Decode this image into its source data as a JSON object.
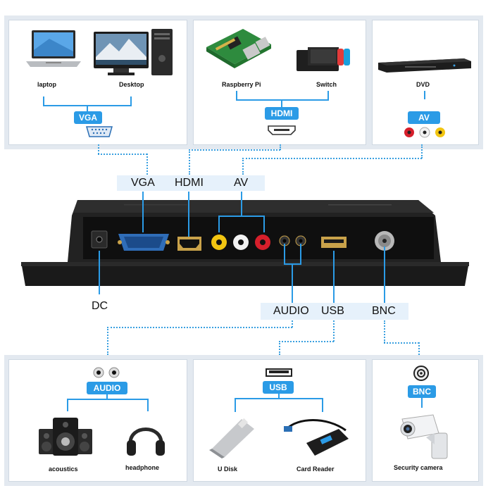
{
  "top_row": {
    "vga": {
      "devices": [
        "laptop",
        "Desktop"
      ],
      "badge": "VGA"
    },
    "hdmi": {
      "devices": [
        "Raspberry Pi",
        "Switch"
      ],
      "badge": "HDMI"
    },
    "av": {
      "devices": [
        "DVD"
      ],
      "badge": "AV"
    }
  },
  "middle": {
    "top_band": [
      "VGA",
      "HDMI",
      "AV"
    ],
    "dc_label": "DC",
    "bottom_band": [
      "AUDIO",
      "USB",
      "BNC"
    ]
  },
  "bottom_row": {
    "audio": {
      "devices": [
        "acoustics",
        "headphone"
      ],
      "badge": "AUDIO"
    },
    "usb": {
      "devices": [
        "U Disk",
        "Card Reader"
      ],
      "badge": "USB"
    },
    "bnc": {
      "devices": [
        "Security camera"
      ],
      "badge": "BNC"
    }
  },
  "colors": {
    "accent": "#2b9be6",
    "band": "#e6f1fb",
    "monitor": "#1f1f1f",
    "rca_yellow": "#f2c511",
    "rca_white": "#f2f2f2",
    "rca_red": "#d61f2b"
  }
}
